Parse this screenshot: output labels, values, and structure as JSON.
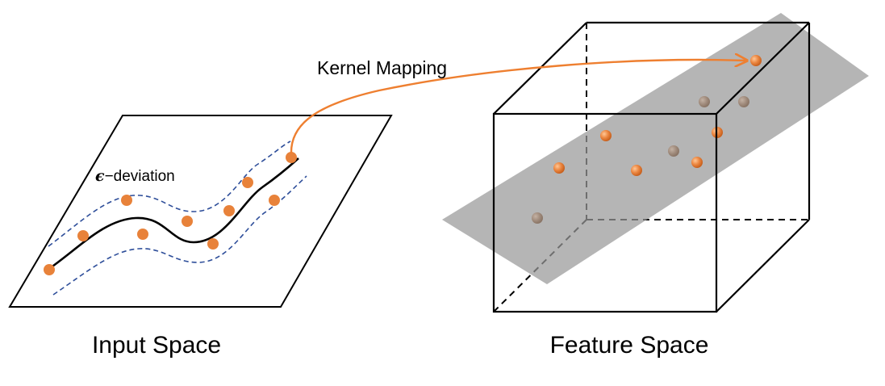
{
  "labels": {
    "input_space": "Input Space",
    "feature_space": "Feature Space",
    "kernel_mapping": "Kernel Mapping",
    "epsilon_symbol": "ϵ",
    "epsilon_deviation": "−deviation"
  },
  "colors": {
    "point": "#E8823A",
    "point_hidden": "#A08C80",
    "arrow": "#EE7F30",
    "margin": "#2E4E9A",
    "plane": "#999999",
    "outline": "#000000"
  }
}
